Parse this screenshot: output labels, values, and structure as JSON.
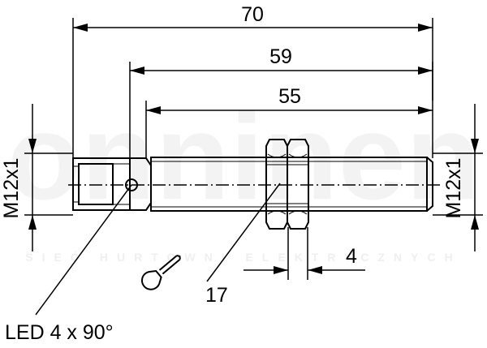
{
  "watermark": {
    "brand": "onninen",
    "tagline": "SIEĆ HURTOWNI ELEKTRYCZNYCH"
  },
  "dimensions": {
    "overall_length": "70",
    "length_59": "59",
    "length_55": "55",
    "nut_width": "4",
    "wrench_size": "17"
  },
  "thread_left": "M12x1",
  "thread_right": "M12x1",
  "led_note": "LED 4 x 90°",
  "icons": {
    "wrench": "wrench-icon"
  }
}
